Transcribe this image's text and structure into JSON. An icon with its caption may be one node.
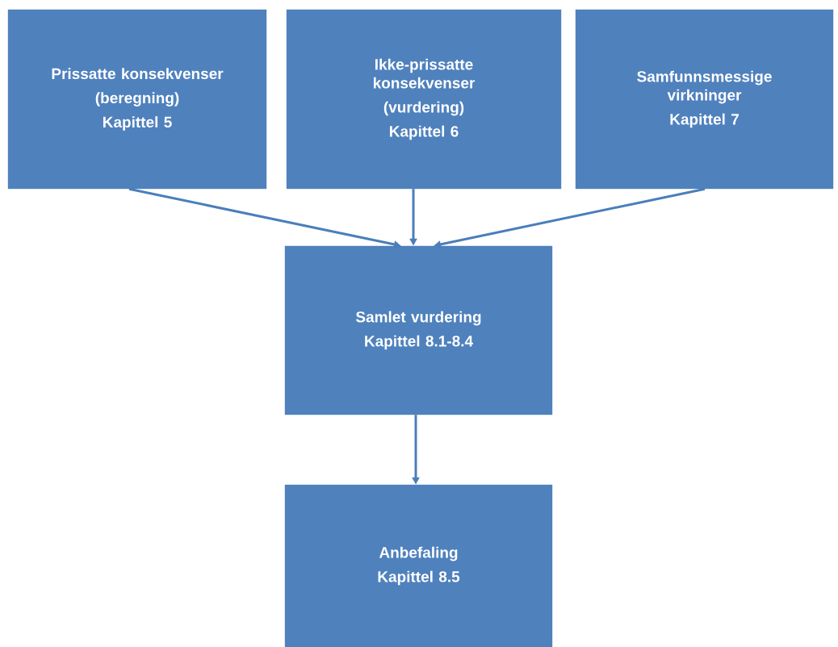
{
  "diagram": {
    "nodes": [
      {
        "text": [
          "Prissatte konsekvenser",
          "(beregning)",
          "Kapittel 5"
        ]
      },
      {
        "text": [
          "Ikke-prissatte konsekvenser",
          "(vurdering)",
          "Kapittel 6"
        ]
      },
      {
        "text": [
          "Samfunnsmessige virkninger",
          "Kapittel 7"
        ]
      },
      {
        "text": [
          "Samlet vurdering",
          "Kapittel 8.1-8.4"
        ]
      },
      {
        "text": [
          "Anbefaling",
          "Kapittel 8.5"
        ]
      }
    ],
    "edges": [
      {
        "from": 0,
        "to": 3,
        "arrow": "to"
      },
      {
        "from": 1,
        "to": 3,
        "arrow": "to"
      },
      {
        "from": 2,
        "to": 3,
        "arrow": "to"
      },
      {
        "from": 3,
        "to": 4,
        "arrow": "to"
      }
    ]
  }
}
